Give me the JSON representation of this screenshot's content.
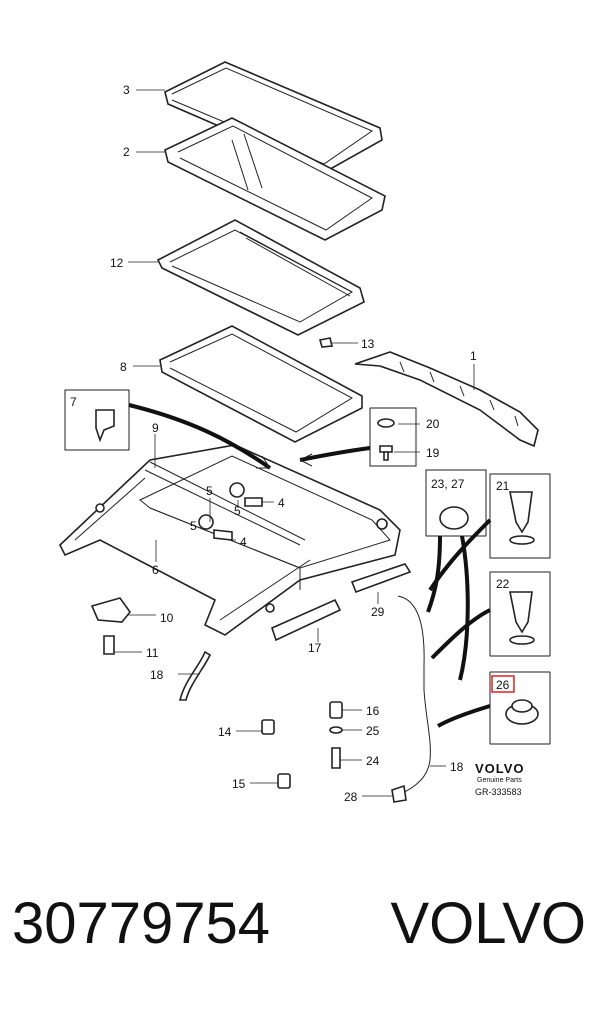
{
  "diagram": {
    "callouts": {
      "c1": "1",
      "c2": "2",
      "c3": "3",
      "c4a": "4",
      "c4b": "4",
      "c5a": "5",
      "c5b": "5",
      "c5c": "5",
      "c6": "6",
      "c7": "7",
      "c8": "8",
      "c9": "9",
      "c10": "10",
      "c11": "11",
      "c12": "12",
      "c13": "13",
      "c14": "14",
      "c15": "15",
      "c16": "16",
      "c17": "17",
      "c18a": "18",
      "c18b": "18",
      "c19": "19",
      "c20": "20",
      "c21": "21",
      "c22": "22",
      "c2327": "23, 27",
      "c24": "24",
      "c25": "25",
      "c26": "26",
      "c28": "28",
      "c29": "29"
    },
    "highlight_color": "#e0201b",
    "brand_logo": "VOLVO",
    "brand_sub": "Genuine Parts",
    "reference": "GR-333583"
  },
  "caption": {
    "part_number": "30779754",
    "brand": "VOLVO"
  }
}
